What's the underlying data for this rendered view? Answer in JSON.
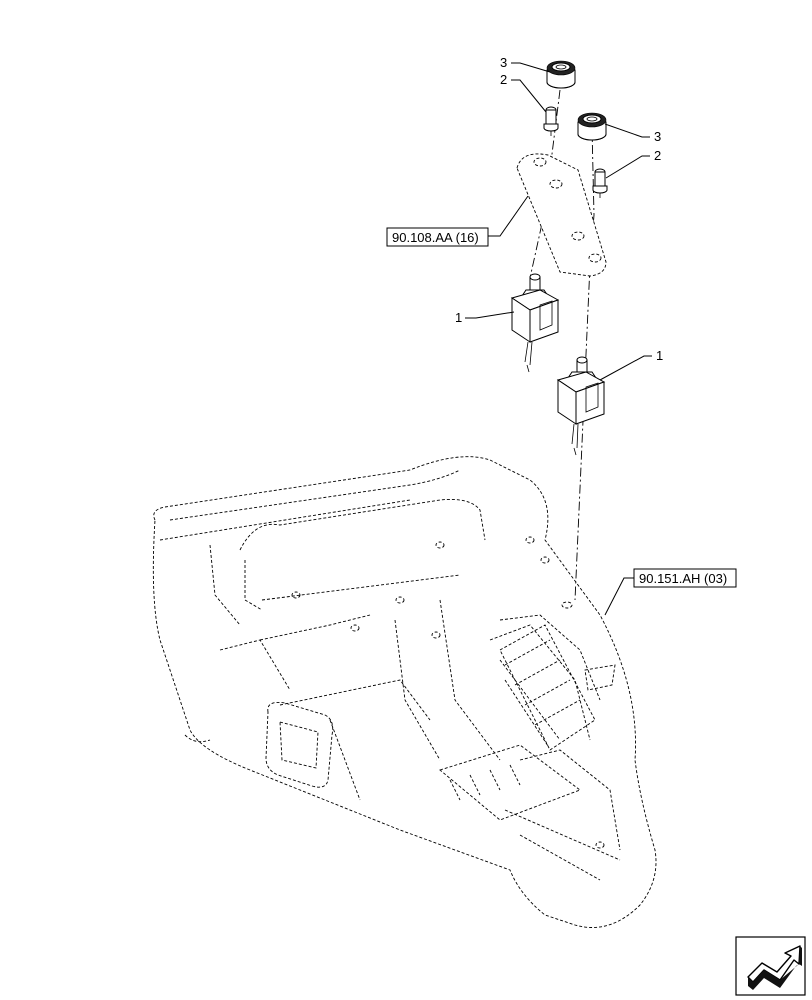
{
  "callouts": {
    "item_1_left": "1",
    "item_1_right": "1",
    "item_2_left": "2",
    "item_2_right": "2",
    "item_3_left": "3",
    "item_3_right": "3"
  },
  "references": {
    "bracket_ref": "90.108.AA (16)",
    "console_ref": "90.151.AH (03)"
  },
  "icons": {
    "navigation": "arrow-return-icon"
  }
}
